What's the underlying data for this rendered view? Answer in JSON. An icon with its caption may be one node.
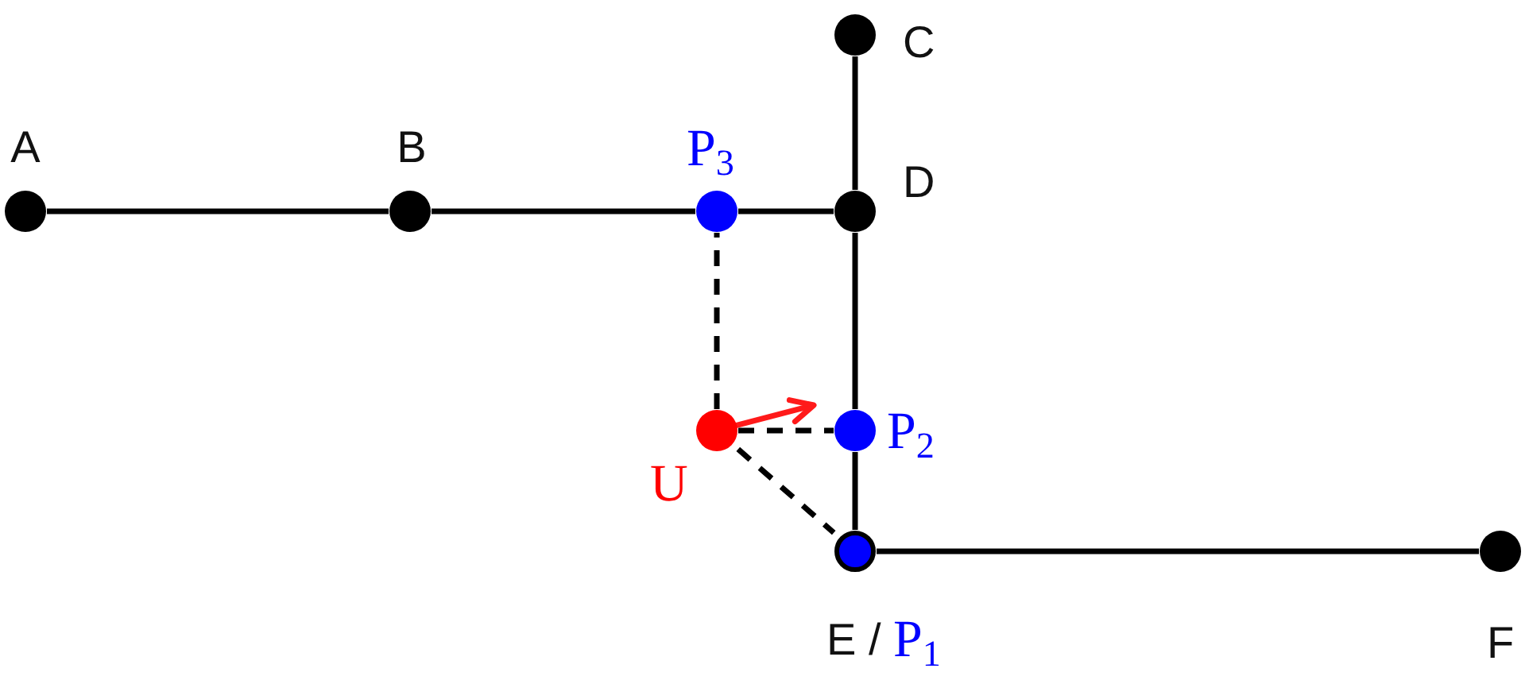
{
  "diagram": {
    "nodes": [
      {
        "text": [],
        "shape": "circle",
        "beside": [
          "C"
        ]
      },
      {
        "text": [],
        "shape": "circle",
        "beside": [
          "A"
        ]
      },
      {
        "text": [],
        "shape": "circle",
        "beside": [
          "B"
        ]
      },
      {
        "text": [],
        "shape": "circle",
        "beside": [
          "P$_{3}$"
        ]
      },
      {
        "text": [],
        "shape": "circle",
        "beside": [
          "D"
        ]
      },
      {
        "text": [],
        "shape": "circle",
        "beside": [
          "U"
        ]
      },
      {
        "text": [],
        "shape": "circle",
        "beside": [
          "P$_{2}$"
        ]
      },
      {
        "text": [],
        "shape": "circle",
        "beside": [
          "E /",
          "P$_{1}$"
        ]
      },
      {
        "text": [],
        "shape": "circle",
        "beside": [
          "F"
        ]
      }
    ],
    "edges": [
      {
        "from": 1,
        "to": 2,
        "arrow": "none"
      },
      {
        "from": 2,
        "to": 3,
        "arrow": "none"
      },
      {
        "from": 3,
        "to": 4,
        "arrow": "none"
      },
      {
        "from": 0,
        "to": 4,
        "arrow": "none"
      },
      {
        "from": 4,
        "to": 6,
        "arrow": "none"
      },
      {
        "from": 6,
        "to": 7,
        "arrow": "none"
      },
      {
        "from": 7,
        "to": 8,
        "arrow": "none"
      },
      {
        "from": 5,
        "to": 3,
        "arrow": "none",
        "style": "dashed"
      },
      {
        "from": 5,
        "to": 6,
        "arrow": "none",
        "style": "dashed"
      },
      {
        "from": 5,
        "to": 7,
        "arrow": "none",
        "style": "dashed"
      }
    ]
  }
}
